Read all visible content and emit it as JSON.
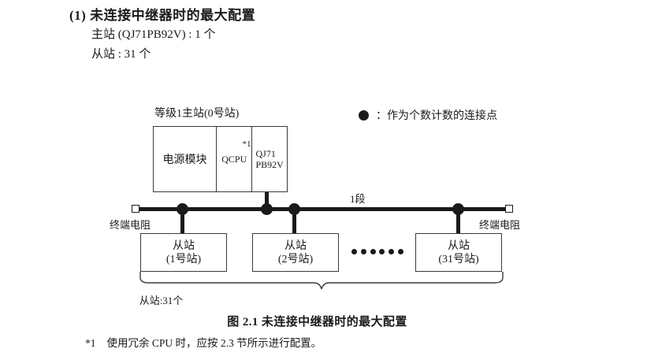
{
  "heading": {
    "title": "(1) 未连接中继器时的最大配置",
    "line1": "主站 (QJ71PB92V) : 1 个",
    "line2": "从站 : 31 个"
  },
  "legend": {
    "marker": "filled-circle",
    "text": "：作为个数计数的连接点"
  },
  "diagram": {
    "master_caption": "等级1主站(0号站)",
    "master_rack": {
      "power_module": "电源模块",
      "cpu": "QCPU",
      "cpu_footnote_mark": "*1",
      "network_line1": "QJ71",
      "network_line2": "PB92V"
    },
    "segment_label": "1段",
    "terminator_left": "终端电阻",
    "terminator_right": "终端电阻",
    "slaves": [
      {
        "line1": "从站",
        "line2": "(1号站)"
      },
      {
        "line1": "从站",
        "line2": "(2号站)"
      },
      {
        "line1": "从站",
        "line2": "(31号站)"
      }
    ],
    "ellipsis_dots": 6,
    "brace_label": "从站:31个"
  },
  "figure_caption": "图 2.1  未连接中继器时的最大配置",
  "footnote": {
    "mark": "*1",
    "text": "使用冗余 CPU 时，应按 2.3 节所示进行配置。"
  },
  "colors": {
    "ink": "#1a1a1a",
    "stroke": "#3a3a3a",
    "paper": "#ffffff"
  }
}
